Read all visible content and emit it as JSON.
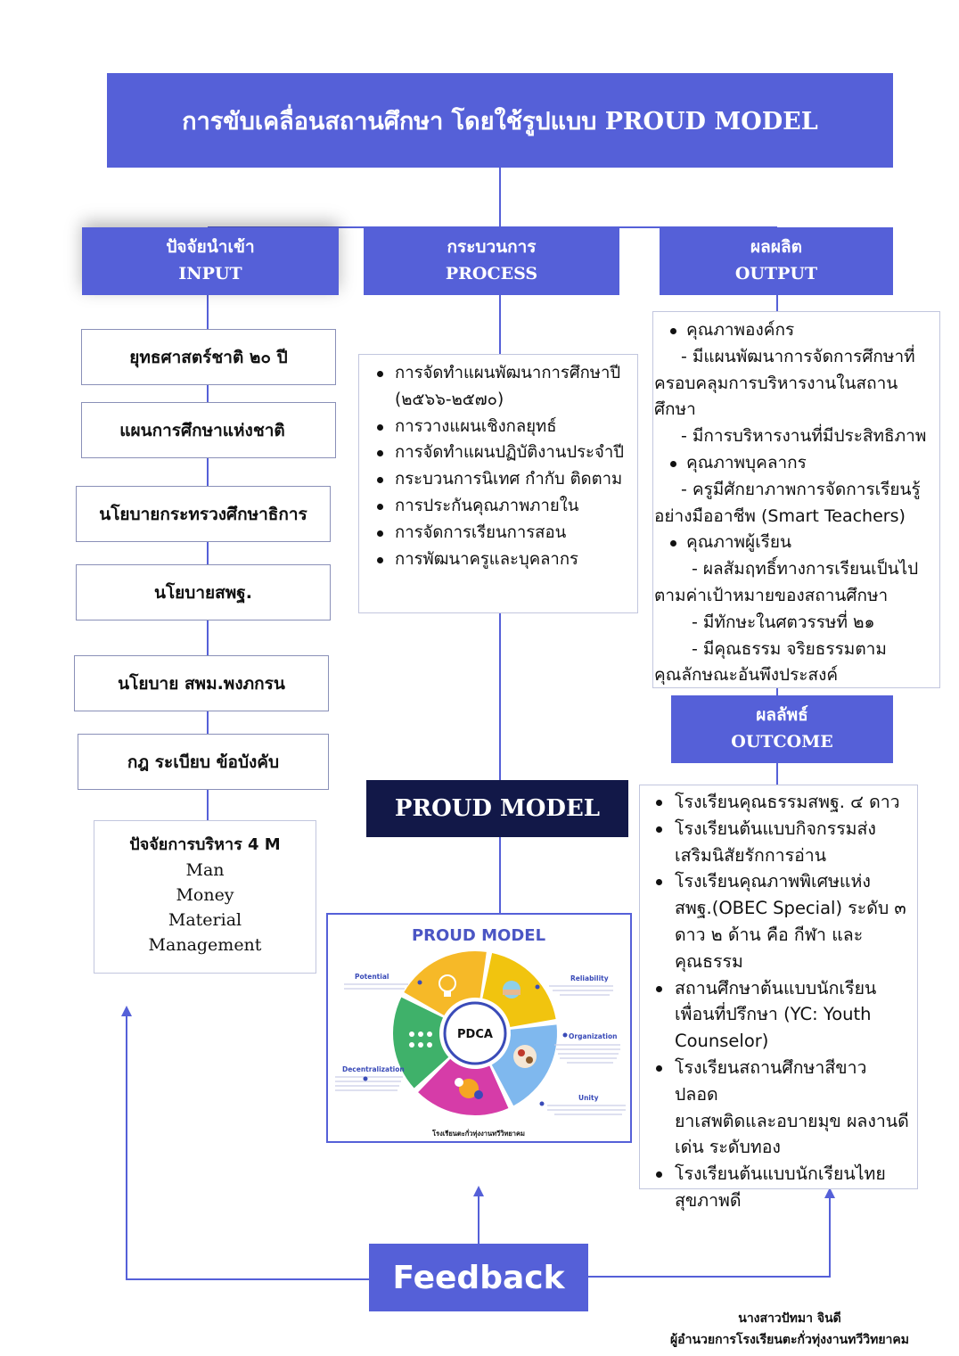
{
  "title": "การขับเคลื่อนสถานศึกษา โดยใช้รูปแบบ PROUD MODEL",
  "headers": {
    "input": {
      "line1": "ปัจจัยนำเข้า",
      "line2": "INPUT"
    },
    "process": {
      "line1": "กระบวนการ",
      "line2": "PROCESS"
    },
    "output": {
      "line1": "ผลผลิต",
      "line2": "OUTPUT"
    },
    "outcome": {
      "line1": "ผลลัพธ์",
      "line2": "OUTCOME"
    }
  },
  "inputs": [
    "ยุทธศาสตร์ชาติ ๒๐ ปี",
    "แผนการศึกษาแห่งชาติ",
    "นโยบายกระทรวงศึกษาธิการ",
    "นโยบายสพฐ.",
    "นโยบาย สพม.พงภกรน",
    "กฎ ระเบียบ ข้อบังคับ"
  ],
  "management": {
    "title": "ปัจจัยการบริหาร 4 M",
    "items": [
      "Man",
      "Money",
      "Material",
      "Management"
    ]
  },
  "process_lines": [
    "การจัดทำแผนพัฒนาการศึกษาปี",
    "(๒๕๖๖-๒๕๗๐)",
    "การวางแผนเชิงกลยุทธ์",
    "การจัดทำแผนปฏิบัติงานประจำปี",
    "กระบวนการนิเทศ กำกับ ติดตาม",
    "การประกันคุณภาพภายใน",
    "การจัดการเรียนการสอน",
    "การพัฒนาครูและบุคลากร"
  ],
  "output_lines": [
    "คุณภาพองค์กร",
    "- มีแผนพัฒนาการจัดการศึกษาที่",
    "ครอบคลุมการบริหารงานในสถาน",
    "ศึกษา",
    "- มีการบริหารงานที่มีประสิทธิภาพ",
    "คุณภาพบุคลากร",
    "- ครูมีศักยาภาพการจัดการเรียนรู้",
    "อย่างมืออาชีพ (Smart Teachers)",
    "คุณภาพผู้เรียน",
    "- ผลสัมฤทธิ์ทางการเรียนเป็นไป",
    "ตามค่าเป้าหมายของสถานศึกษา",
    "- มีทักษะในศตวรรษที่ ๒๑",
    "- มีคุณธรรม จริยธรรมตาม",
    "คุณลักษณะอันพึงประสงค์"
  ],
  "outcome_lines": [
    "โรงเรียนคุณธรรมสพฐ. ๔ ดาว",
    "โรงเรียนต้นแบบกิจกรรมส่ง",
    "เสริมนิสัยรักการอ่าน",
    "โรงเรียนคุณภาพพิเศษแห่ง",
    "สพฐ.(OBEC Special) ระดับ ๓",
    "ดาว ๒ ด้าน คือ กีฬา และ",
    "คุณธรรม",
    "สถานศึกษาต้นแบบนักเรียน",
    "เพื่อนที่ปรึกษา (YC: Youth",
    "Counselor)",
    "โรงเรียนสถานศึกษาสีขาว ปลอด",
    "ยาเสพติดและอบายมุข ผลงานดี",
    "เด่น ระดับทอง",
    "โรงเรียนต้นแบบนักเรียนไทย",
    "สุขภาพดี"
  ],
  "proud_model_label": "PROUD MODEL",
  "infographic": {
    "title": "PROUD MODEL",
    "center": "PDCA",
    "labels": {
      "potential": "Potential",
      "reliability": "Reliability",
      "organization": "Organization",
      "unity": "Unity",
      "decentralization": "Decentralization"
    },
    "footer": "โรงเรียนตะกั่วทุ่งงานทวีวิทยาคม",
    "colors": {
      "potential": "#f6b928",
      "reliability": "#f1c40f",
      "organization": "#7fb8ee",
      "unity": "#d63ca8",
      "decentralization": "#3fb16a"
    }
  },
  "feedback": "Feedback",
  "signature": {
    "name": "นางสาวปัทมา จินดี",
    "position": "ผู้อำนวยการโรงเรียนตะกั่วทุ่งงานทวีวิทยาคม"
  },
  "colors": {
    "accent": "#5560d8",
    "dark": "#121848",
    "line": "#5560d8"
  }
}
